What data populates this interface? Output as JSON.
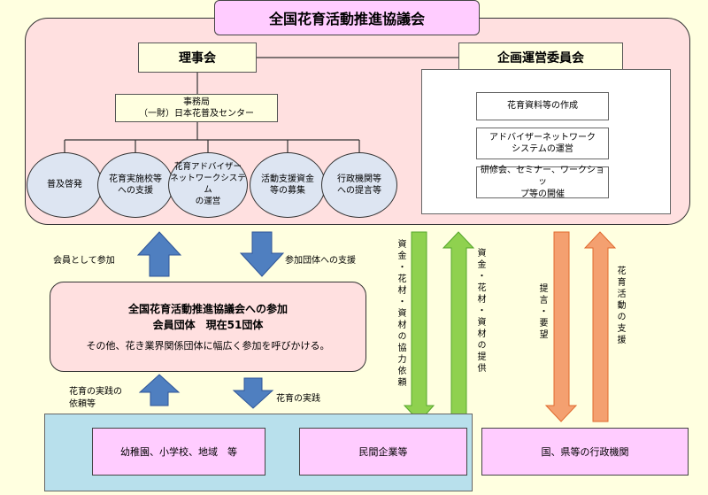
{
  "title": "全国花育活動推進協議会",
  "board": {
    "label": "理事会",
    "secretariat": "事務局\n（一財）日本花普及センター",
    "activities": [
      "普及啓発",
      "花育実施校等\nへの支援",
      "花育アドバイザー\nネットワークシステム\nの運営",
      "活動支援資金\n等の募集",
      "行政機関等\nへの提言等"
    ]
  },
  "committee": {
    "label": "企画運営委員会",
    "tasks": [
      "花育資料等の作成",
      "アドバイザーネットワーク\nシステムの運営",
      "研修会、セミナー、ワークショッ\nプ等の開催"
    ]
  },
  "arrows": {
    "member_join": "会員として参加",
    "support": "参加団体への支援",
    "request": "花育の実践の\n依頼等",
    "practice": "花育の実践",
    "green_down": "資金・花材・資材の協力依頼",
    "green_up": "資金・花材・資材の提供",
    "orange_down": "提言・要望",
    "orange_up": "花育活動の支援"
  },
  "participation": {
    "line1": "全国花育活動推進協議会への参加",
    "line2": "会員団体　現在51団体",
    "line3": "その他、花き業界関係団体に幅広く参加を呼びかける。"
  },
  "bottom": {
    "schools": "幼稚園、小学校、地域　等",
    "companies": "民間企業等",
    "government": "国、県等の行政機関"
  },
  "colors": {
    "background": "#ffffe0",
    "title_fill": "#ffccff",
    "panel_fill": "#ffe0e0",
    "circle_fill": "#dde5f2",
    "blue_arrow": "#4f7fc0",
    "green_arrow": "#8fd14f",
    "orange_arrow": "#f4a070",
    "bottom_panel": "#b8e0ec"
  }
}
